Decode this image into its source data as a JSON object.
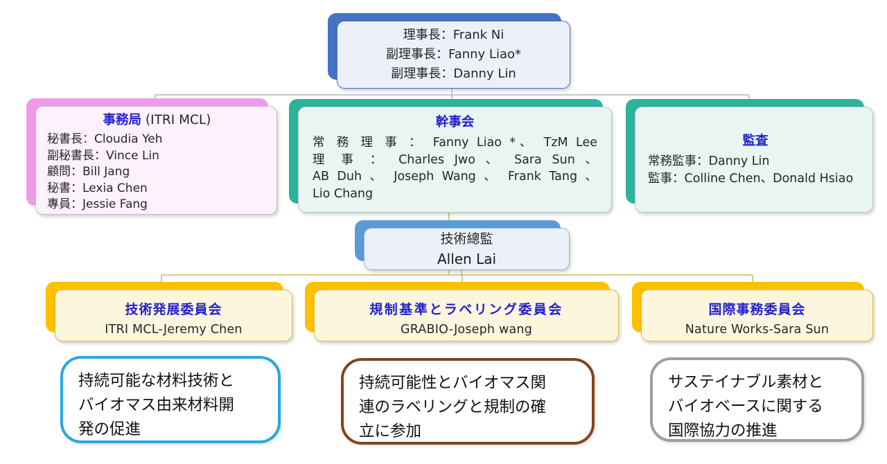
{
  "colors": {
    "back_blue": "#4472C4",
    "back_pink": "#EE9AEB",
    "back_teal": "#2BB39B",
    "back_sky": "#5B9BD5",
    "back_gold": "#FFC000",
    "front_blue": "#ECF1F9",
    "front_pink": "#FCF1FC",
    "front_teal": "#E8F5F1",
    "front_cream": "#FDF6DF",
    "title_blue": "#2222CE",
    "line_gray": "#A8A8A8",
    "line_gold": "#C9A43B",
    "desc_cyan": "#27A9E0",
    "desc_brown": "#84451A",
    "desc_gray": "#9E9E9E"
  },
  "nodes": {
    "chairman": {
      "lines": [
        "理事長：Frank Ni",
        "副理事長：Fanny Liao*",
        "副理事長：Danny Lin"
      ]
    },
    "secretariat": {
      "title": "事務局",
      "title_suffix": " (ITRI MCL)",
      "lines": [
        "秘書長：Cloudia Yeh",
        "副秘書長：Vince Lin",
        "顧問：Bill Jang",
        "秘書：Lexia Chen",
        "專員：Jessie Fang"
      ]
    },
    "council": {
      "title": "幹事会",
      "lines": [
        "常 務 理 事 ： Fanny Liao *、 TzM Lee",
        "理 事 ： Charles Jwo 、 Sara Sun 、",
        "AB Duh 、 Joseph Wang 、 Frank Tang 、",
        "Lio Chang"
      ]
    },
    "audit": {
      "title": "監査",
      "lines": [
        "常務監事：Danny Lin",
        "監事：Colline Chen、Donald Hsiao"
      ]
    },
    "tech_director": {
      "title": "技術總監",
      "name": "Allen Lai"
    },
    "committee_tech": {
      "title": "技術発展委員会",
      "subtitle": "ITRI MCL-Jeremy Chen"
    },
    "committee_reg": {
      "title": "規制基準とラベリング委員会",
      "subtitle": "GRABIO-Joseph wang"
    },
    "committee_intl": {
      "title": "国際事務委員会",
      "subtitle": "Nature Works-Sara Sun"
    },
    "desc_tech": {
      "lines": [
        "持続可能な材料技術と",
        "バイオマス由来材料開",
        "発の促進"
      ]
    },
    "desc_reg": {
      "lines": [
        "持続可能性とバイオマス関",
        "連のラベリングと規制の確",
        "立に参加"
      ]
    },
    "desc_intl": {
      "lines": [
        "サステイナブル素材と",
        "バイオベースに関する",
        "国際協力の推進"
      ]
    }
  }
}
